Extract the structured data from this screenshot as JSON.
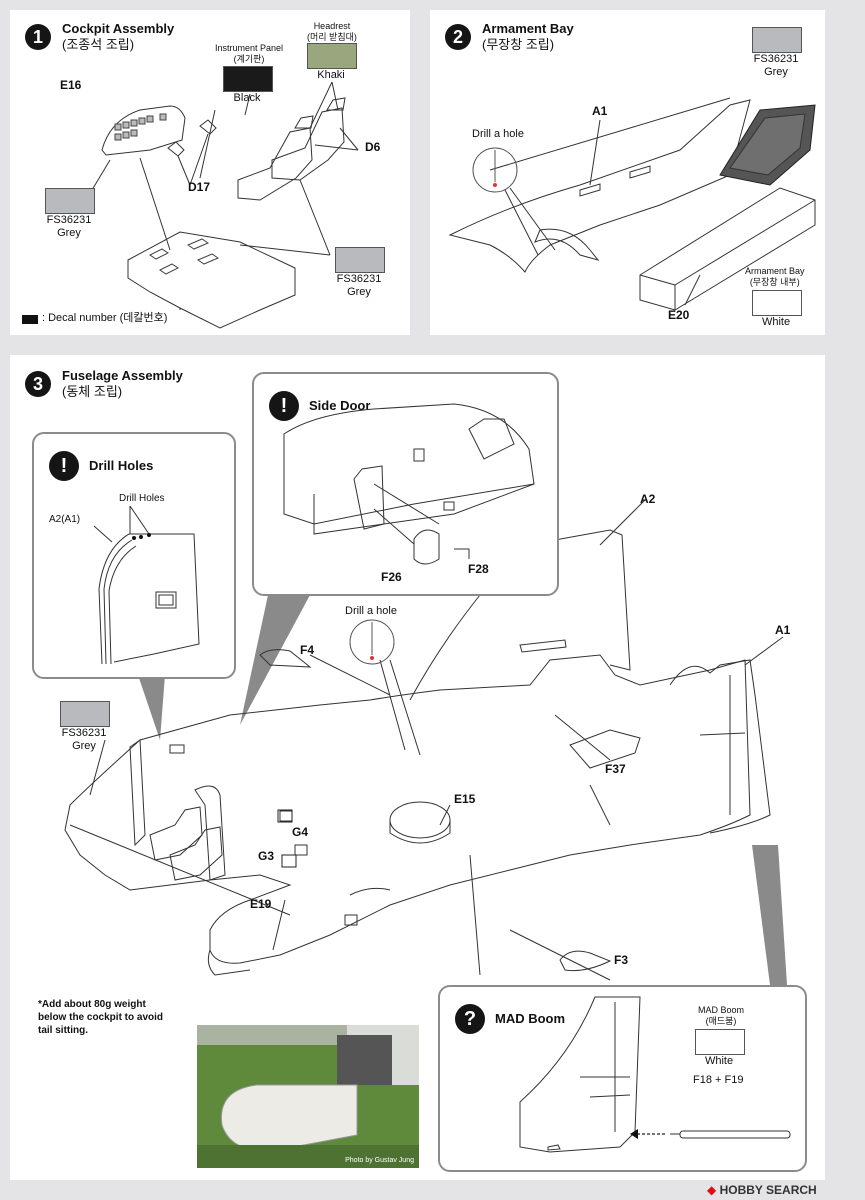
{
  "steps": [
    {
      "number": "1",
      "title": "Cockpit Assembly",
      "subtitle": "(조종석 조립)"
    },
    {
      "number": "2",
      "title": "Armament Bay",
      "subtitle": "(무장창 조립)"
    },
    {
      "number": "3",
      "title": "Fuselage Assembly",
      "subtitle": "(동체 조립)"
    }
  ],
  "step1": {
    "instrument_panel": {
      "title": "Instrument Panel",
      "sub": "(계기판)",
      "color_name": "Black",
      "color": "#1a1a1a"
    },
    "headrest": {
      "title": "Headrest",
      "sub": "(머리 받침대)",
      "color_name": "Khaki",
      "color": "#9aa77e"
    },
    "grey_swatch_1": {
      "code": "FS36231",
      "name": "Grey",
      "color": "#b8babd"
    },
    "grey_swatch_2": {
      "code": "FS36231",
      "name": "Grey",
      "color": "#b8babd"
    },
    "parts": {
      "e16": "E16",
      "d17": "D17",
      "d6": "D6"
    },
    "decal_note": ": Decal number (데칼번호)"
  },
  "step2": {
    "grey_swatch": {
      "code": "FS36231",
      "name": "Grey",
      "color": "#b8babd"
    },
    "drill_label": "Drill a hole",
    "parts": {
      "a1": "A1",
      "e20": "E20"
    },
    "armament_bay": {
      "title": "Armament Bay",
      "sub": "(무장창 내부)",
      "color_name": "White"
    }
  },
  "step3": {
    "grey_swatch": {
      "code": "FS36231",
      "name": "Grey",
      "color": "#b8babd"
    },
    "side_door": {
      "title": "Side Door",
      "parts": {
        "f26": "F26",
        "f28": "F28"
      }
    },
    "drill_holes": {
      "title": "Drill Holes",
      "label": "Drill Holes",
      "part": "A2(A1)"
    },
    "drill_a_hole": "Drill a hole",
    "parts": {
      "a2": "A2",
      "a1": "A1",
      "f4": "F4",
      "f37": "F37",
      "e15": "E15",
      "g4": "G4",
      "g3": "G3",
      "e19": "E19",
      "f3": "F3"
    },
    "weight_note": "*Add about 80g weight below the cockpit to avoid tail sitting.",
    "photo_credit": "Photo by Gustav Jung",
    "mad_boom": {
      "title": "MAD Boom",
      "swatch_title": "MAD Boom",
      "swatch_sub": "(매드붐)",
      "color_name": "White",
      "parts": "F18 + F19"
    }
  },
  "watermark": "HOBBY SEARCH"
}
